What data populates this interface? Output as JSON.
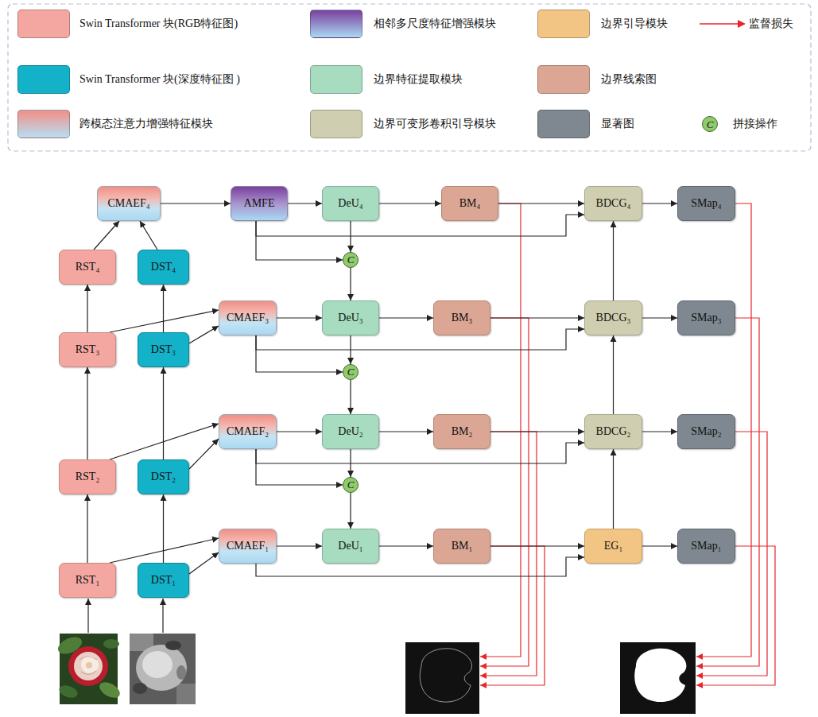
{
  "diagram": {
    "nodes": [
      {
        "text": [
          "CMAEF₄"
        ]
      },
      {
        "text": [
          "AMFE"
        ]
      },
      {
        "text": [
          "DeU₄"
        ]
      },
      {
        "text": [
          "BM₄"
        ]
      },
      {
        "text": [
          "BDCG₄"
        ]
      },
      {
        "text": [
          "SMap₄"
        ]
      },
      {
        "text": [
          "RST₄"
        ]
      },
      {
        "text": [
          "DST₄"
        ]
      },
      {
        "text": [
          "C"
        ]
      },
      {
        "text": [
          "CMAEF₃"
        ]
      },
      {
        "text": [
          "DeU₃"
        ]
      },
      {
        "text": [
          "BM₃"
        ]
      },
      {
        "text": [
          "BDCG₃"
        ]
      },
      {
        "text": [
          "SMap₃"
        ]
      },
      {
        "text": [
          "RST₃"
        ]
      },
      {
        "text": [
          "DST₃"
        ]
      },
      {
        "text": [
          "C"
        ]
      },
      {
        "text": [
          "CMAEF₂"
        ]
      },
      {
        "text": [
          "DeU₂"
        ]
      },
      {
        "text": [
          "BM₂"
        ]
      },
      {
        "text": [
          "BDCG₂"
        ]
      },
      {
        "text": [
          "SMap₂"
        ]
      },
      {
        "text": [
          "RST₂"
        ]
      },
      {
        "text": [
          "DST₂"
        ]
      },
      {
        "text": [
          "C"
        ]
      },
      {
        "text": [
          "CMAEF₁"
        ]
      },
      {
        "text": [
          "DeU₁"
        ]
      },
      {
        "text": [
          "BM₁"
        ]
      },
      {
        "text": [
          "EG₁"
        ]
      },
      {
        "text": [
          "SMap₁"
        ]
      },
      {
        "text": [
          "RST₁"
        ]
      },
      {
        "text": [
          "DST₁"
        ]
      }
    ],
    "edges": [
      {
        "from": 30,
        "to": 22,
        "arrow": "to"
      },
      {
        "from": 22,
        "to": 14,
        "arrow": "to"
      },
      {
        "from": 14,
        "to": 6,
        "arrow": "to"
      },
      {
        "from": 31,
        "to": 23,
        "arrow": "to"
      },
      {
        "from": 23,
        "to": 15,
        "arrow": "to"
      },
      {
        "from": 15,
        "to": 7,
        "arrow": "to"
      },
      {
        "from": 6,
        "to": 0,
        "arrow": "to"
      },
      {
        "from": 7,
        "to": 0,
        "arrow": "to"
      },
      {
        "from": 14,
        "to": 9,
        "arrow": "to"
      },
      {
        "from": 15,
        "to": 9,
        "arrow": "to"
      },
      {
        "from": 22,
        "to": 17,
        "arrow": "to"
      },
      {
        "from": 23,
        "to": 17,
        "arrow": "to"
      },
      {
        "from": 30,
        "to": 25,
        "arrow": "to"
      },
      {
        "from": 31,
        "to": 25,
        "arrow": "to"
      },
      {
        "from": 0,
        "to": 1,
        "arrow": "to"
      },
      {
        "from": 1,
        "to": 2,
        "arrow": "to"
      },
      {
        "from": 2,
        "to": 3,
        "arrow": "to"
      },
      {
        "from": 3,
        "to": 4,
        "arrow": "to"
      },
      {
        "from": 1,
        "to": 4,
        "arrow": "to"
      },
      {
        "from": 1,
        "to": 8,
        "arrow": "to"
      },
      {
        "from": 2,
        "to": 8,
        "arrow": "to"
      },
      {
        "from": 8,
        "to": 10,
        "arrow": "to"
      },
      {
        "from": 9,
        "to": 10,
        "arrow": "to"
      },
      {
        "from": 10,
        "to": 11,
        "arrow": "to"
      },
      {
        "from": 11,
        "to": 12,
        "arrow": "to"
      },
      {
        "from": 9,
        "to": 12,
        "arrow": "to"
      },
      {
        "from": 9,
        "to": 16,
        "arrow": "to"
      },
      {
        "from": 10,
        "to": 16,
        "arrow": "to"
      },
      {
        "from": 16,
        "to": 18,
        "arrow": "to"
      },
      {
        "from": 17,
        "to": 18,
        "arrow": "to"
      },
      {
        "from": 18,
        "to": 19,
        "arrow": "to"
      },
      {
        "from": 19,
        "to": 20,
        "arrow": "to"
      },
      {
        "from": 17,
        "to": 20,
        "arrow": "to"
      },
      {
        "from": 17,
        "to": 24,
        "arrow": "to"
      },
      {
        "from": 18,
        "to": 24,
        "arrow": "to"
      },
      {
        "from": 24,
        "to": 26,
        "arrow": "to"
      },
      {
        "from": 25,
        "to": 26,
        "arrow": "to"
      },
      {
        "from": 26,
        "to": 27,
        "arrow": "to"
      },
      {
        "from": 27,
        "to": 28,
        "arrow": "to"
      },
      {
        "from": 25,
        "to": 28,
        "arrow": "to"
      },
      {
        "from": 28,
        "to": 20,
        "arrow": "to"
      },
      {
        "from": 20,
        "to": 12,
        "arrow": "to"
      },
      {
        "from": 12,
        "to": 4,
        "arrow": "to"
      },
      {
        "from": 4,
        "to": 5,
        "arrow": "to"
      },
      {
        "from": 12,
        "to": 13,
        "arrow": "to"
      },
      {
        "from": 20,
        "to": 21,
        "arrow": "to"
      },
      {
        "from": 28,
        "to": 29,
        "arrow": "to"
      }
    ],
    "labels": [
      "C"
    ],
    "legend": [
      {
        "text": "Swin Transformer 块(RGB特征图)",
        "color": "#f4a7a1"
      },
      {
        "text": "相邻多尺度特征增强模块",
        "color": "#7b3f9e"
      },
      {
        "text": "边界引导模块",
        "color": "#f3c584"
      },
      {
        "text": "监督损失"
      },
      {
        "text": "Swin Transformer 块(深度特征图 )",
        "color": "#13b2c9"
      },
      {
        "text": "边界特征提取模块",
        "color": "#a7dcc0"
      },
      {
        "text": "边界线索图",
        "color": "#dba794"
      },
      {
        "text": "跨模态注意力增强特征模块",
        "color": "#f28f86"
      },
      {
        "text": "边界可变形卷积引导模块",
        "color": "#d0ceb0"
      },
      {
        "text": "显著图",
        "color": "#7f8891"
      },
      {
        "text": "拼接操作"
      }
    ]
  }
}
